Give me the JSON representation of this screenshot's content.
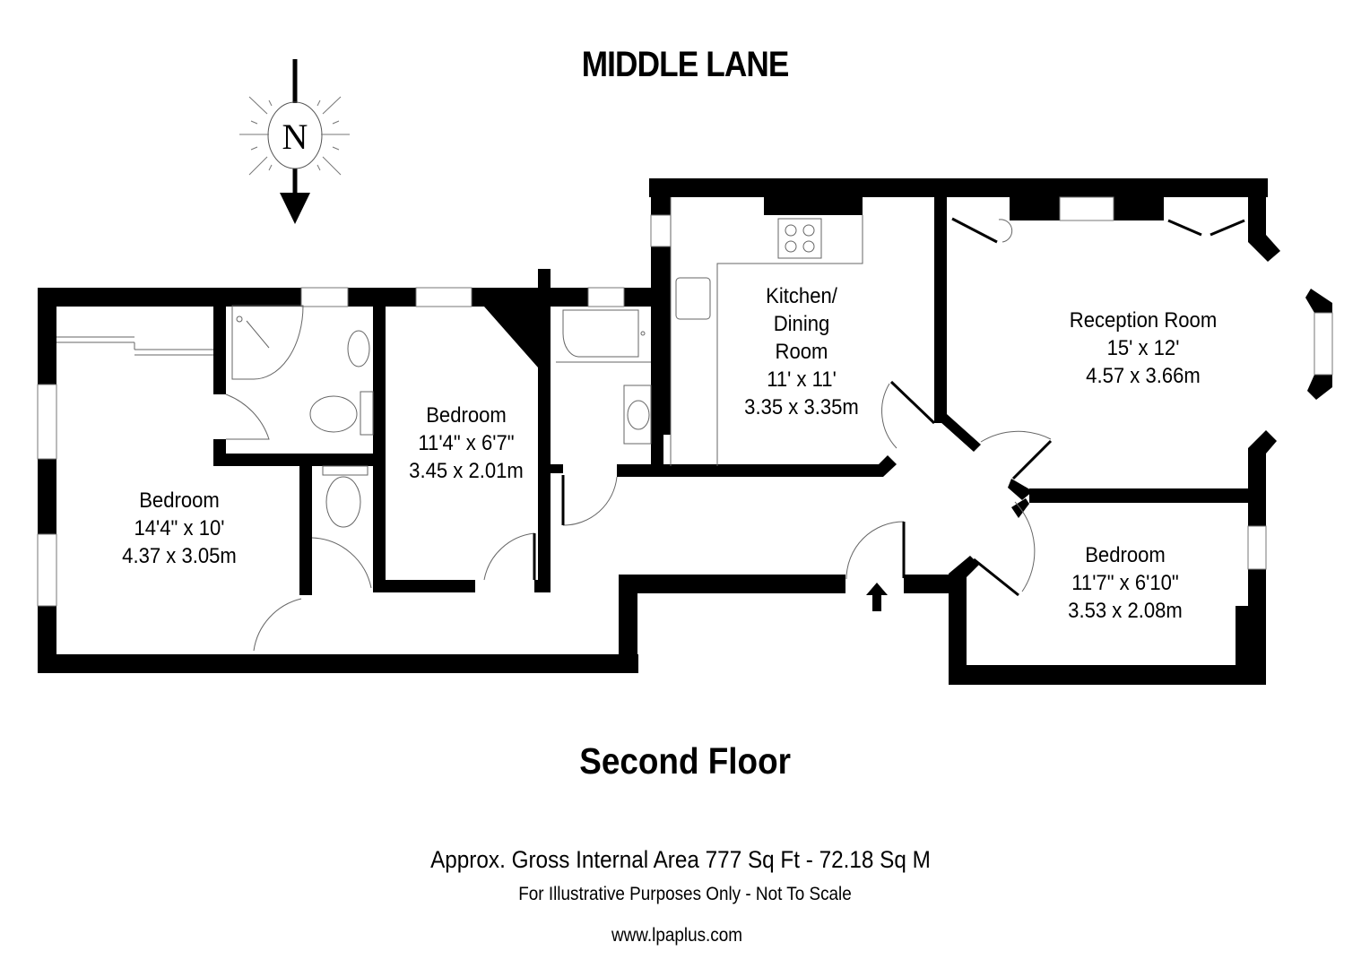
{
  "header": {
    "street_name": "MIDDLE LANE"
  },
  "compass": {
    "label": "N",
    "icon": "north-arrow-icon"
  },
  "floor": {
    "name": "Second Floor"
  },
  "rooms": [
    {
      "id": "bedroom-1",
      "name": "Bedroom",
      "imperial": "14'4\" x 10'",
      "metric": "4.37 x 3.05m"
    },
    {
      "id": "bedroom-2",
      "name": "Bedroom",
      "imperial": "11'4\" x 6'7\"",
      "metric": "3.45 x 2.01m"
    },
    {
      "id": "kitchen-dining",
      "name_lines": [
        "Kitchen/",
        "Dining",
        "Room"
      ],
      "imperial": "11' x 11'",
      "metric": "3.35 x 3.35m"
    },
    {
      "id": "reception",
      "name": "Reception Room",
      "imperial": "15' x 12'",
      "metric": "4.57 x 3.66m"
    },
    {
      "id": "bedroom-3",
      "name": "Bedroom",
      "imperial": "11'7\" x 6'10\"",
      "metric": "3.53 x 2.08m"
    }
  ],
  "footer": {
    "area": "Approx. Gross Internal Area 777 Sq Ft - 72.18 Sq M",
    "disclaimer": "For Illustrative Purposes Only - Not To Scale",
    "website": "www.lpaplus.com"
  },
  "colors": {
    "wall": "#000000",
    "fixture_line": "#666666",
    "background": "#ffffff"
  }
}
